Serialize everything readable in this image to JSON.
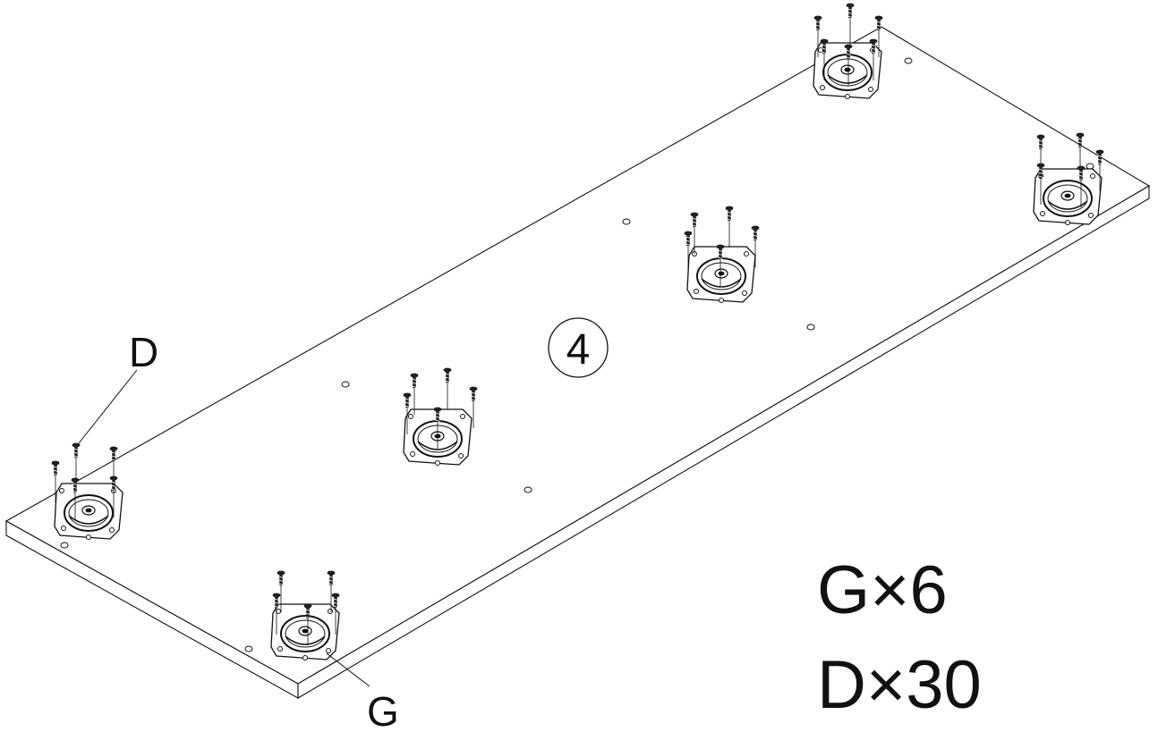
{
  "step": {
    "number": "4"
  },
  "callouts": {
    "feet_label": "G",
    "screws_label": "D"
  },
  "quantities": [
    {
      "text": "G×6"
    },
    {
      "text": "D×30"
    }
  ],
  "colors": {
    "line": "#111111",
    "background": "#ffffff"
  }
}
